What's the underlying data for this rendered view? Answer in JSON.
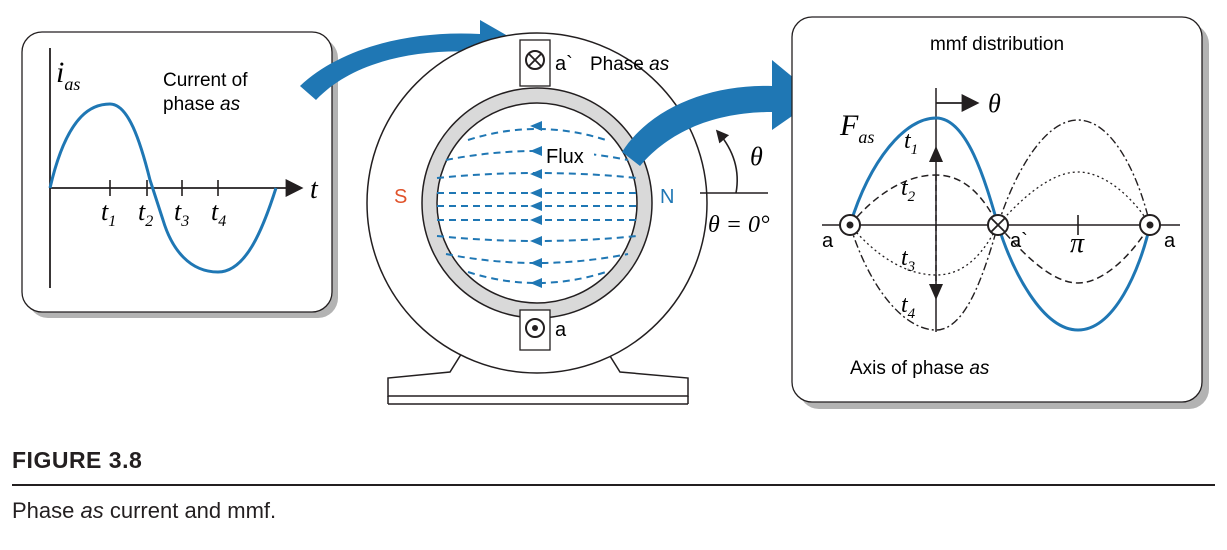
{
  "current_panel": {
    "y_label": "i",
    "y_label_sub": "as",
    "title_line1": "Current of",
    "title_line2": "phase ",
    "title_line2_italic": "as",
    "x_axis_label": "t",
    "ticks": [
      {
        "main": "t",
        "sub": "1"
      },
      {
        "main": "t",
        "sub": "2"
      },
      {
        "main": "t",
        "sub": "3"
      },
      {
        "main": "t",
        "sub": "4"
      }
    ]
  },
  "machine": {
    "top_conductor_label": "a`",
    "phase_label": "Phase ",
    "phase_label_italic": "as",
    "bottom_conductor_label": "a",
    "flux_label": "Flux",
    "south_label": "S",
    "north_label": "N",
    "angle_label": "θ",
    "zero_angle_label": "θ = 0°"
  },
  "mmf_panel": {
    "title": "mmf distribution",
    "theta_label": "θ",
    "f_label": "F",
    "f_label_sub": "as",
    "time_labels": [
      {
        "main": "t",
        "sub": "1"
      },
      {
        "main": "t",
        "sub": "2"
      },
      {
        "main": "t",
        "sub": "3"
      },
      {
        "main": "t",
        "sub": "4"
      }
    ],
    "left_conductor": "a",
    "mid_conductor": "a`",
    "pi_label": "π",
    "right_conductor": "a",
    "axis_caption": "Axis of phase ",
    "axis_caption_italic": "as"
  },
  "caption": {
    "label": "FIGURE 3.8",
    "text_before": "Phase ",
    "text_italic": "as",
    "text_after": " current and mmf."
  },
  "colors": {
    "blue": "#1f77b4",
    "dark_blue": "#0e62a6",
    "south": "#e0522a",
    "north": "#1f77b4",
    "ink": "#231f20",
    "shadow": "#b3b3b3",
    "ring_fill": "#d9d9d9"
  }
}
